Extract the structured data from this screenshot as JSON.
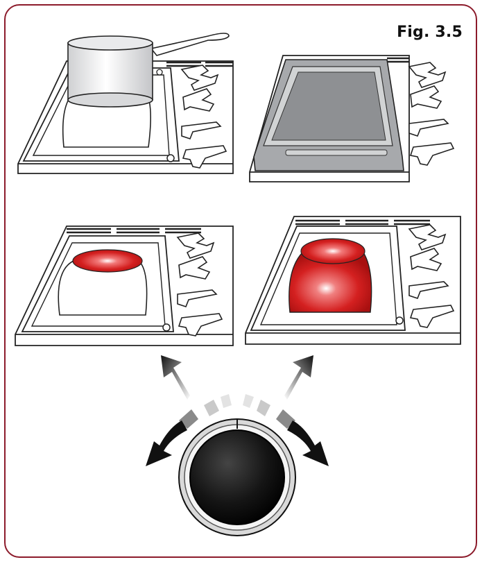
{
  "figure": {
    "label": "Fig. 3.5",
    "colors": {
      "frame": "#8c1b2b",
      "hotplate_red": "#d42020",
      "knob": "#111111",
      "griddle_gray": "#a7a9ac"
    }
  },
  "panels": [
    {
      "name": "pan-on-hotplate"
    },
    {
      "name": "griddle-plate"
    },
    {
      "name": "single-zone-on"
    },
    {
      "name": "dual-zone-on"
    }
  ],
  "knob": {
    "icons": [
      "arrow-up-left-icon",
      "arrow-up-right-icon",
      "arrow-down-left-icon",
      "arrow-down-right-icon"
    ]
  }
}
